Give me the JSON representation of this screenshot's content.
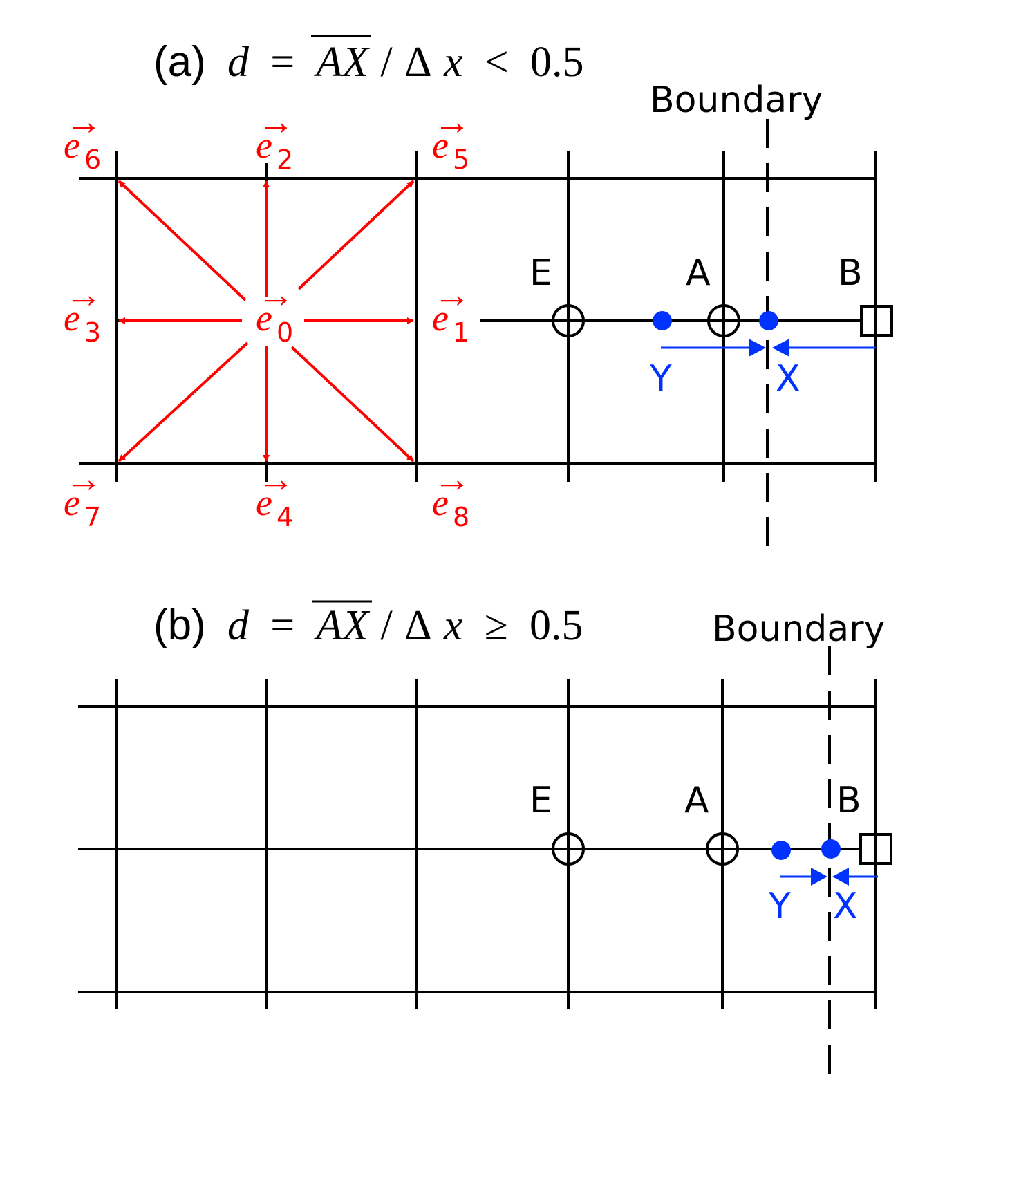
{
  "panel_a": {
    "prefix": "(a)",
    "formula": {
      "d": "d",
      "eq": "=",
      "seg": "AX",
      "slash": "/",
      "delta": "Δ",
      "x": "x",
      "rel": "<",
      "value": "0.5"
    },
    "boundary_label": "Boundary",
    "nodes": {
      "E": "E",
      "A": "A",
      "B": "B"
    },
    "points": {
      "X": "X",
      "Y": "Y"
    },
    "vectors": [
      {
        "name": "e",
        "sub": "0"
      },
      {
        "name": "e",
        "sub": "1"
      },
      {
        "name": "e",
        "sub": "2"
      },
      {
        "name": "e",
        "sub": "3"
      },
      {
        "name": "e",
        "sub": "4"
      },
      {
        "name": "e",
        "sub": "5"
      },
      {
        "name": "e",
        "sub": "6"
      },
      {
        "name": "e",
        "sub": "7"
      },
      {
        "name": "e",
        "sub": "8"
      }
    ],
    "vector_arrow": "→"
  },
  "panel_b": {
    "prefix": "(b)",
    "formula": {
      "d": "d",
      "eq": "=",
      "seg": "AX",
      "slash": "/",
      "delta": "Δ",
      "x": "x",
      "rel": "≥",
      "value": "0.5"
    },
    "boundary_label": "Boundary",
    "nodes": {
      "E": "E",
      "A": "A",
      "B": "B"
    },
    "points": {
      "X": "X",
      "Y": "Y"
    }
  },
  "colors": {
    "vectors": "#ff0000",
    "points": "#0033ff",
    "grid": "#000000"
  }
}
